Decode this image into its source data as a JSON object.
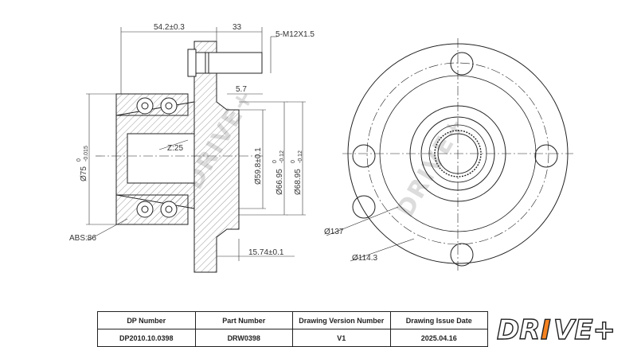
{
  "dimensions": {
    "hub_offset": "54.2±0.3",
    "stud_length": "33",
    "stud_thread": "5-M12X1.5",
    "flange_step": "5.7",
    "spline_teeth": "Z:25",
    "bore_outer": "Ø75",
    "bore_outer_tol_upper": "0",
    "bore_outer_tol_lower": "-0.015",
    "pilot_dia": "Ø59.8±0.1",
    "abs_ring": "ABS:86",
    "dia_66": "Ø66.95",
    "dia_66_tol_upper": "0",
    "dia_66_tol_lower": "-0.12",
    "dia_68": "Ø68.95",
    "dia_68_tol_upper": "0",
    "dia_68_tol_lower": "-0.12",
    "flange_thickness": "15.74±0.1",
    "flange_outer_dia": "Ø137",
    "pcd": "Ø114.3"
  },
  "watermark": "DRIVE+",
  "title_block": {
    "headers": [
      "DP Number",
      "Part Number",
      "Drawing Version Number",
      "Drawing Issue Date"
    ],
    "values": [
      "DP2010.10.0398",
      "DRW0398",
      "V1",
      "2025.04.16"
    ]
  },
  "logo": {
    "text_main": "DR",
    "text_i": "I",
    "text_end": "VE+",
    "accent_color": "#f58220"
  }
}
